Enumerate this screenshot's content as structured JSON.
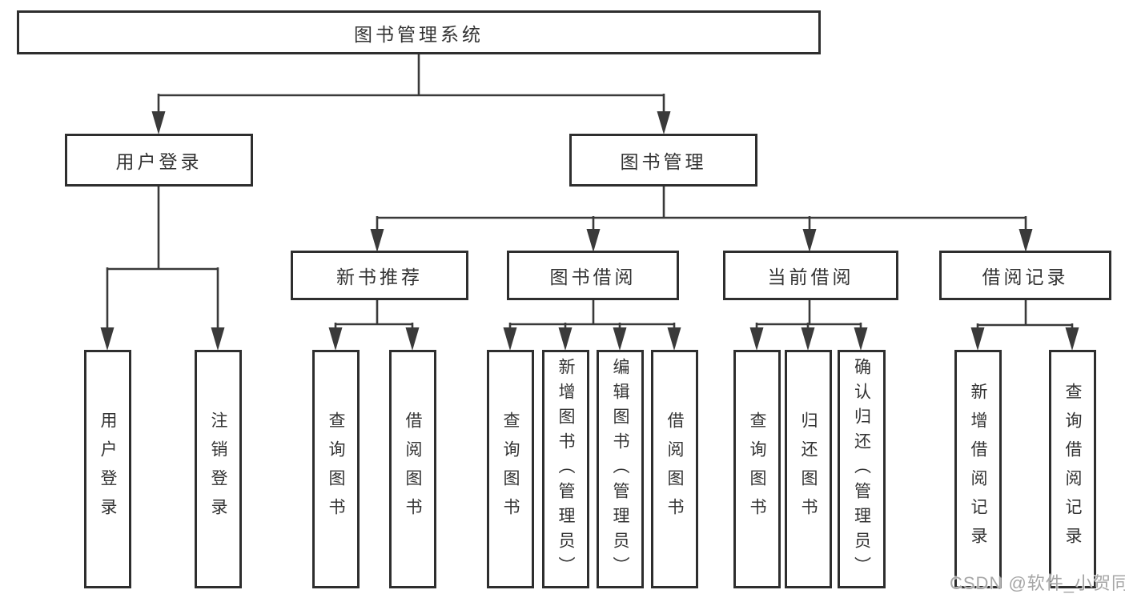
{
  "diagram": {
    "root": {
      "label": "图书管理系统"
    },
    "branches": [
      {
        "label": "用户登录",
        "children": [
          {
            "label": "用户登录"
          },
          {
            "label": "注销登录"
          }
        ]
      },
      {
        "label": "图书管理",
        "children": [
          {
            "label": "新书推荐",
            "children": [
              {
                "label": "查询图书"
              },
              {
                "label": "借阅图书"
              }
            ]
          },
          {
            "label": "图书借阅",
            "children": [
              {
                "label": "查询图书"
              },
              {
                "label": "新增图书（管理员）"
              },
              {
                "label": "编辑图书（管理员）"
              },
              {
                "label": "借阅图书"
              }
            ]
          },
          {
            "label": "当前借阅",
            "children": [
              {
                "label": "查询图书"
              },
              {
                "label": "归还图书"
              },
              {
                "label": "确认归还（管理员）"
              }
            ]
          },
          {
            "label": "借阅记录",
            "children": [
              {
                "label": "新增借阅记录"
              },
              {
                "label": "查询借阅记录"
              }
            ]
          }
        ]
      }
    ]
  },
  "watermark": {
    "text": "CSDN @软件_小贺同学"
  },
  "colors": {
    "line": "#3a3a3a",
    "box_border": "#2e2e2e",
    "text": "#333333",
    "watermark": "#a6a6a6",
    "background": "#ffffff"
  }
}
